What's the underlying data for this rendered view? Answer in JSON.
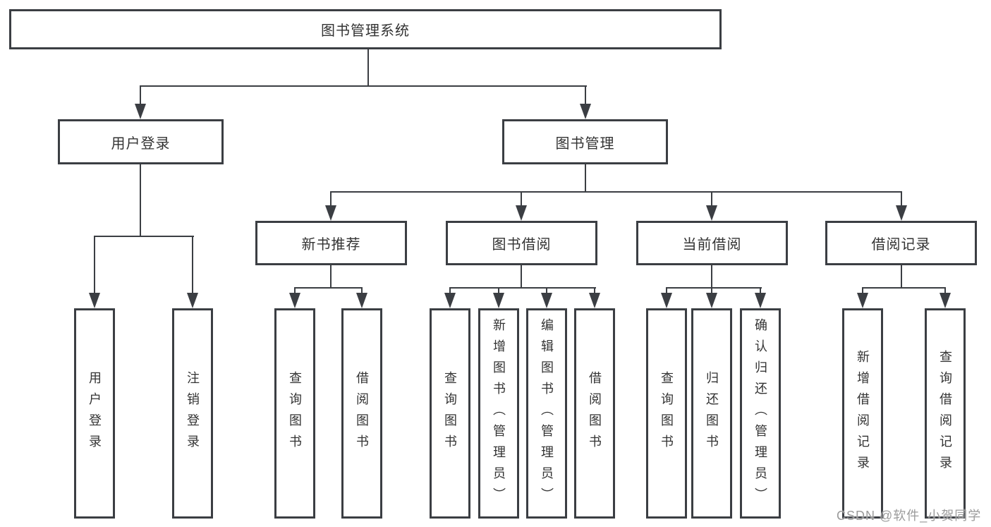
{
  "diagram": {
    "root": {
      "label": "图书管理系统",
      "children": [
        {
          "label": "用户登录",
          "children": [
            {
              "label": "用户登录"
            },
            {
              "label": "注销登录"
            }
          ]
        },
        {
          "label": "图书管理",
          "children": [
            {
              "label": "新书推荐",
              "children": [
                {
                  "label": "查询图书"
                },
                {
                  "label": "借阅图书"
                }
              ]
            },
            {
              "label": "图书借阅",
              "children": [
                {
                  "label": "查询图书"
                },
                {
                  "label": "新增图书（管理员）"
                },
                {
                  "label": "编辑图书（管理员）"
                },
                {
                  "label": "借阅图书"
                }
              ]
            },
            {
              "label": "当前借阅",
              "children": [
                {
                  "label": "查询图书"
                },
                {
                  "label": "归还图书"
                },
                {
                  "label": "确认归还（管理员）"
                }
              ]
            },
            {
              "label": "借阅记录",
              "children": [
                {
                  "label": "新增借阅记录"
                },
                {
                  "label": "查询借阅记录"
                }
              ]
            }
          ]
        }
      ]
    }
  },
  "watermark": {
    "text": "CSDN @软件_小贺同学"
  },
  "colors": {
    "line": "#3b3e43",
    "text": "#333333",
    "background": "#ffffff",
    "watermark": "#9b9b9b"
  }
}
